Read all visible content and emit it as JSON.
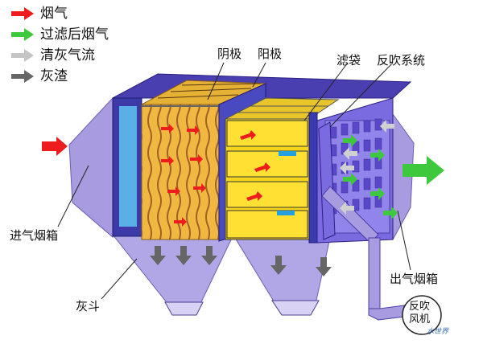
{
  "legend": [
    {
      "label": "烟气",
      "color": "#ee1c1c"
    },
    {
      "label": "过滤后烟气",
      "color": "#3ec83e"
    },
    {
      "label": "清灰气流",
      "color": "#c4c4c4"
    },
    {
      "label": "灰渣",
      "color": "#666666"
    }
  ],
  "labels": {
    "cathode": "阴极",
    "anode": "阳极",
    "filter_bag": "滤袋",
    "pulse_system": "反吹系统",
    "inlet_box": "进气烟箱",
    "ash_hopper": "灰斗",
    "outlet_box": "出气烟箱",
    "fan": "反吹\n风机"
  },
  "watermark": "水世界"
}
